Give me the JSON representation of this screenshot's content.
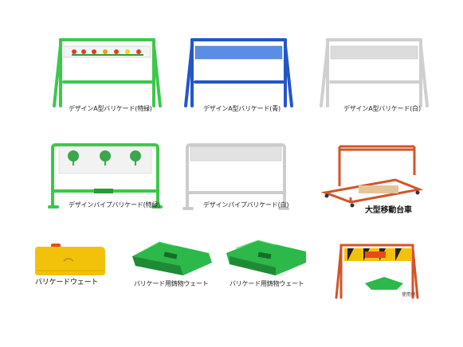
{
  "products": [
    {
      "id": "a-green",
      "caption": "デザインA型バリケード(特緑)"
    },
    {
      "id": "a-blue",
      "caption": "デザインA型バリケード(青)"
    },
    {
      "id": "a-white",
      "caption": "デザインA型バリケード(白)"
    },
    {
      "id": "pipe-green",
      "caption": "デザインパイプバリケード(特緑)"
    },
    {
      "id": "pipe-white",
      "caption": "デザインパイプバリケード(白)"
    },
    {
      "id": "cart",
      "caption": "大型移動台車"
    },
    {
      "id": "weight",
      "caption": "バリケードウェート"
    },
    {
      "id": "cast1",
      "caption": "バリケード用鋳物ウェート"
    },
    {
      "id": "cast2",
      "caption": "バリケード用鋳物ウェート"
    },
    {
      "id": "example",
      "caption": "使用例"
    }
  ],
  "colors": {
    "green": "#3cc84a",
    "blue": "#2456c8",
    "white": "#d6d6d6",
    "orange": "#d0552a",
    "yellow": "#f2c20a",
    "cast_green": "#2db84a"
  },
  "icons": {
    "a_green": "flower-panel-barricade-icon",
    "a_blue": "blue-a-barricade-icon",
    "a_white": "white-a-barricade-icon",
    "pipe_green": "leaf-panel-pipe-barricade-icon",
    "pipe_white": "white-pipe-barricade-icon",
    "cart": "moving-cart-icon",
    "weight": "yellow-weight-icon",
    "cast": "cast-weight-icon",
    "example": "usage-example-icon"
  }
}
